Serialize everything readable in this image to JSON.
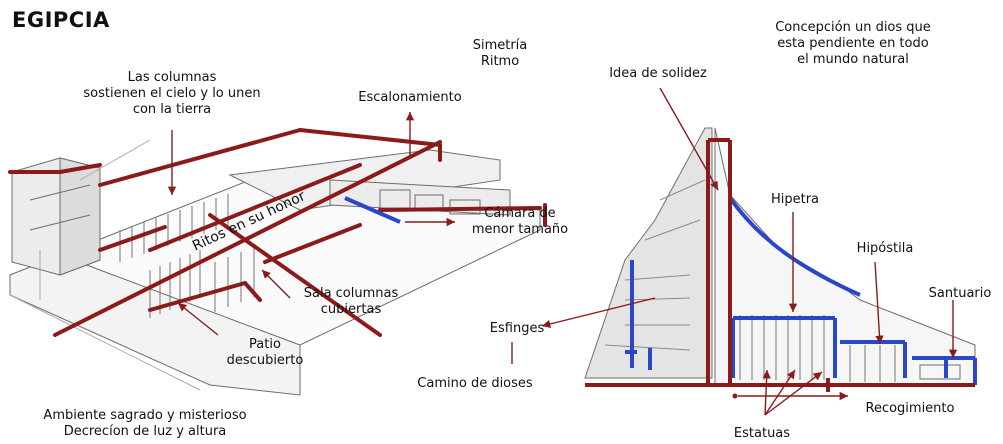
{
  "title": "EGIPCIA",
  "colors": {
    "red": "#8b1a1a",
    "blue": "#2a47c8",
    "sketch": "#6d6d6d"
  },
  "left": {
    "columnas": "Las columnas\nsostienen el cielo y lo unen\ncon la tierra",
    "simetria": "Simetría\nRitmo",
    "escalonamiento": "Escalonamiento",
    "ritos": "Ritos en su honor",
    "camara": "Cámara de\nmenor tamaño",
    "sala": "Sala columnas\ncubiertas",
    "patio": "Patio\ndescubierto",
    "ambiente": "Ambiente sagrado y misterioso\nDecrecíon de luz y altura"
  },
  "right": {
    "concepcion": "Concepción un dios que\nesta pendiente en todo\nel mundo natural",
    "solidez": "Idea de solidez",
    "hipetra": "Hipetra",
    "hipostila": "Hipóstila",
    "santuario": "Santuario",
    "esfinges": "Esfinges",
    "camino": "Camino de dioses",
    "recogimiento": "Recogimiento",
    "estatuas": "Estatuas"
  }
}
